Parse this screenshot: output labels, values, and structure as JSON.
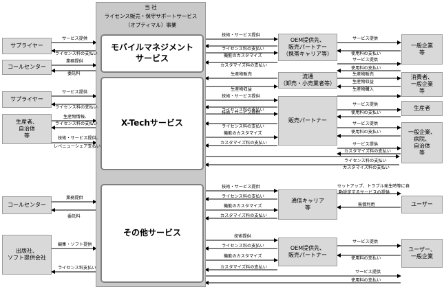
{
  "header": {
    "line1": "当 社",
    "line2": "ライセンス販売・保守サポートサービス",
    "line3": "（オプティマル）事業"
  },
  "services": {
    "mobile": "モバイルマネジメント\nサービス",
    "xtech": "X-Techサービス",
    "other": "その他サービス"
  },
  "left_boxes": {
    "supplier1": "サプライヤー",
    "callcenter1": "コールセンター",
    "supplier2": "サプライヤー",
    "producer_gov": "生産者、\n自治体\n等",
    "callcenter2": "コールセンター",
    "publisher": "出版社、\nソフト提供会社"
  },
  "mid_boxes": {
    "oem1": "OEM提供先、\n販売パートナー\n（携帯キャリア等）",
    "distribution": "流通\n（卸売・小売業者等）",
    "sales_partner": "販売パートナー",
    "carrier": "通信キャリア\n等",
    "oem2": "OEM提供先、\n販売パートナー"
  },
  "right_boxes": {
    "general_company1": "一般企業\n等",
    "consumer": "消費者、\n一般企業\n等",
    "producer": "生産者",
    "company_hospital": "一般企業、\n病院、\n自治体\n等",
    "user": "ユーザー",
    "user_company": "ユーザー、\n一般企業"
  },
  "labels": {
    "l_service_provide_1": "サービス提供",
    "l_license_fee_1": "ライセンス料の支払い",
    "l_business_provide": "業務提供",
    "l_commission_1": "委託料",
    "l_service_provide_2": "サービス提供",
    "l_license_fee_2": "ライセンス料の支払い",
    "l_product_data": "生産物情報、",
    "l_license_fee_3": "ライセンス料の支払い",
    "l_tech_service_provide": "技術・サービス提供、",
    "l_revenue_share": "レベニューシェア支払い",
    "l_business_provide_2": "業務提供",
    "l_commission_2": "委託料",
    "l_editing_soft": "編集・ソフト提供",
    "l_license_fee_4": "ライセンス料支払い",
    "m_tech_service_1": "技術・サービス提供",
    "m_license_fee_1": "ライセンス料の支払い",
    "m_custom_1": "機能のカスタマイズ",
    "m_custom_fee_1": "カスタマイズ料の支払い",
    "m_goods_sale": "生産物販売",
    "m_goods_collect": "生産物収益",
    "m_tech_service_2": "技術・サービス提供",
    "m_license_fee_2": "ライセンス料の支払い",
    "m_tech_service_3": "技術・サービス提供",
    "m_license_fee_3": "ライセンス料の支払い",
    "m_custom_2": "機能のカスタマイズ",
    "m_custom_fee_2": "カスタマイズ料の支払い",
    "m_tech_service_4": "技術・サービス提供",
    "m_license_fee_4": "ライセンス料の支払い",
    "m_custom_3": "機能のカスタマイズ",
    "m_custom_fee_3": "カスタマイズ料の支払い",
    "m_tech_provide_5": "技術提供",
    "m_license_fee_5": "ライセンス料の支払い",
    "m_custom_4": "機能のカスタマイズ",
    "m_custom_fee_4": "カスタマイズ料の支払い",
    "r_service_1": "サービス提供",
    "r_usage_fee_1": "使用料の支払い",
    "r_service_2": "サービス提供",
    "r_usage_fee_2": "使用料の支払い",
    "r_goods_sale": "生産物販売",
    "r_goods_collect": "生産物収益",
    "r_goods_buy": "生産物購入",
    "r_service_3": "サービス提供",
    "r_usage_fee_3": "使用料の支払い",
    "r_service_4": "サービス提供",
    "r_usage_fee_4": "使用料の支払い",
    "r_service_5": "サービス提供",
    "r_custom_fee_5": "カスタマイズ料の支払い",
    "r_license_fee_6": "ライセンス料の支払い",
    "r_custom_fee_6": "カスタマイズ料の支払い",
    "r_setup_1": "セットアップ、トラブル発生時等に自",
    "r_setup_2": "動設定するサービスの提供",
    "r_free_use": "無償利用",
    "r_service_7": "サービス提供",
    "r_usage_fee_7": "使用料の支払い",
    "r_service_8": "サービス提供",
    "r_usage_fee_8": "使用料の支払い"
  }
}
